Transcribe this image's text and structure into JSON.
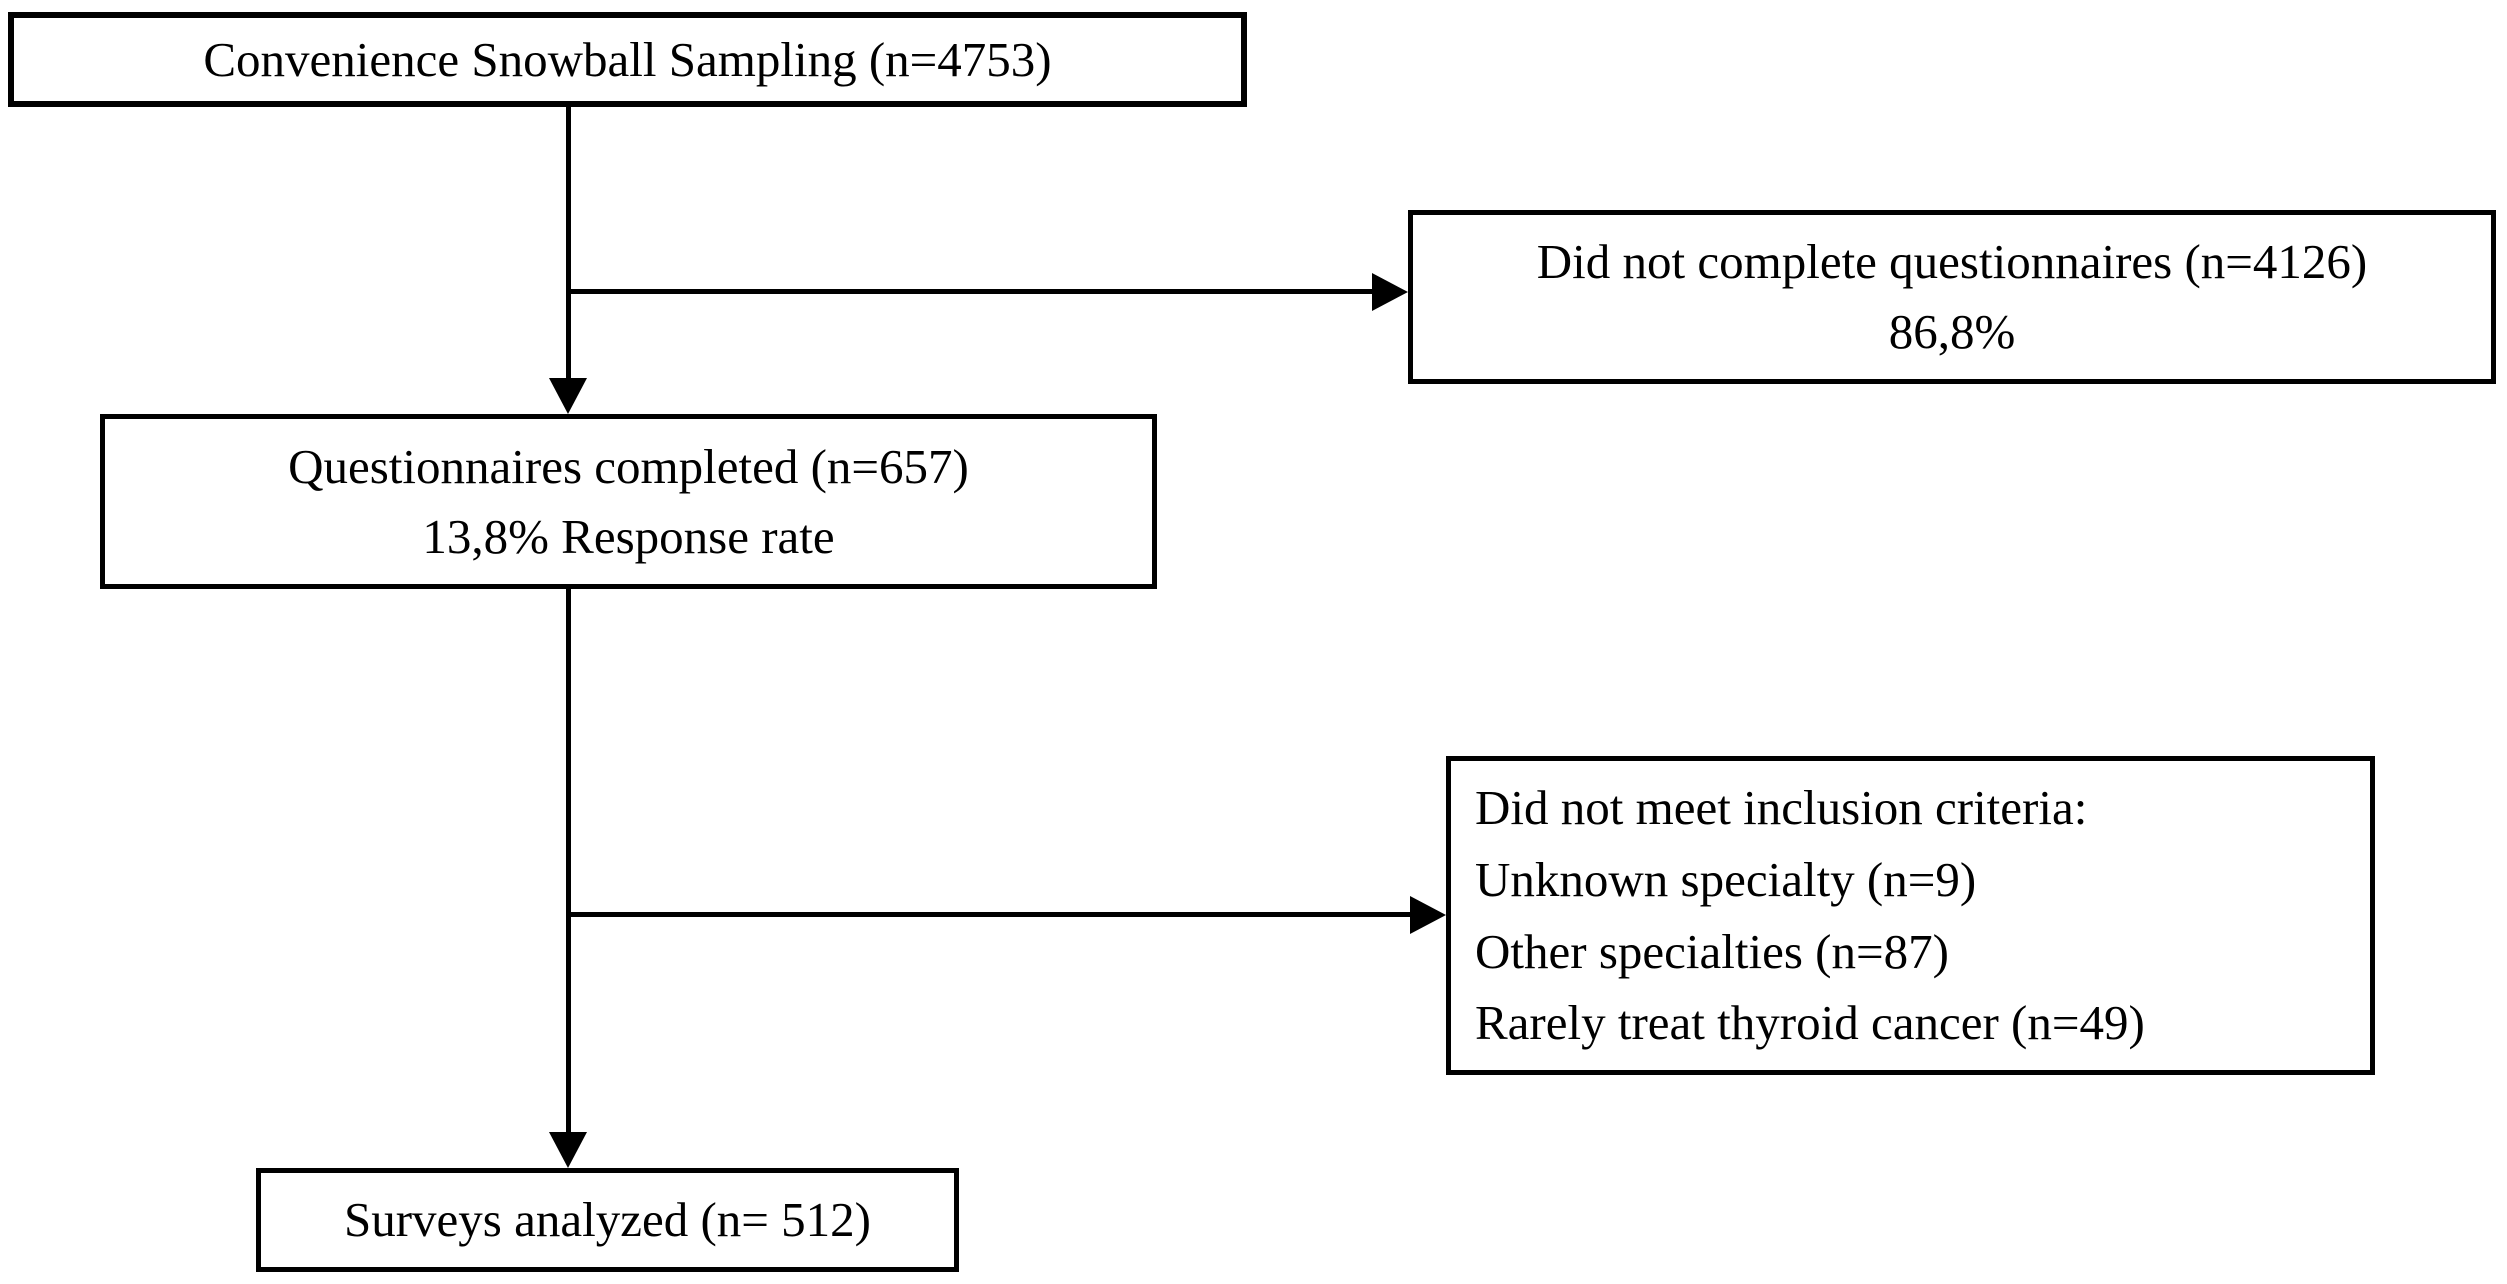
{
  "diagram": {
    "type": "flowchart",
    "colors": {
      "border": "#000000",
      "background": "#ffffff",
      "text": "#000000"
    },
    "boxes": {
      "sampling": {
        "label": "Convenience Snowball Sampling (n=4753)"
      },
      "not_completed": {
        "line1": "Did not complete questionnaires (n=4126)",
        "line2": "86,8%"
      },
      "completed": {
        "line1": "Questionnaires completed (n=657)",
        "line2": "13,8% Response rate"
      },
      "excluded": {
        "lines": [
          "Did not meet inclusion criteria:",
          "Unknown specialty (n=9)",
          "Other specialties (n=87)",
          "Rarely treat thyroid cancer (n=49)"
        ]
      },
      "analyzed": {
        "label": "Surveys analyzed (n= 512)"
      }
    }
  }
}
